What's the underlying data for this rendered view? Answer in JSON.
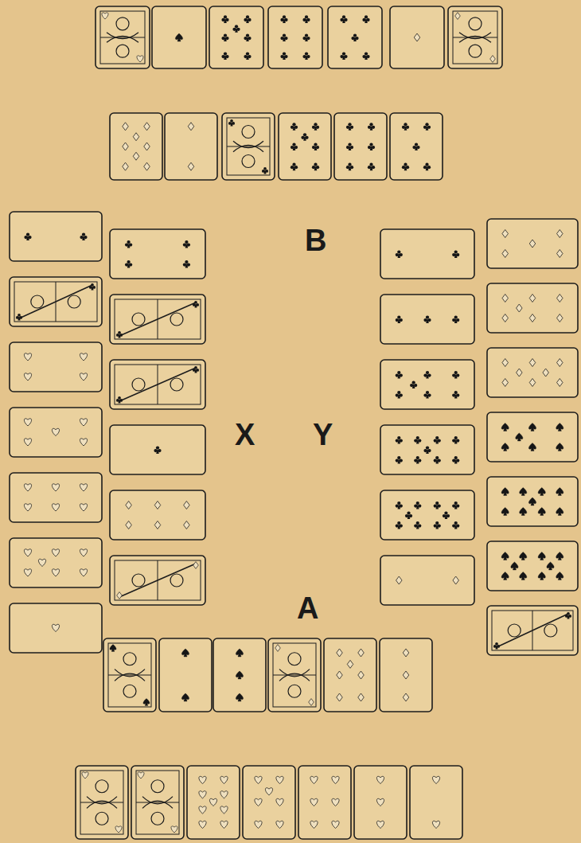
{
  "diagram": {
    "labels": [
      "B",
      "X",
      "Y",
      "A"
    ]
  }
}
